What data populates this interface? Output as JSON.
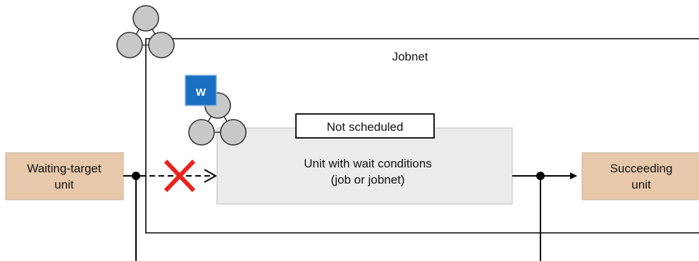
{
  "jobnet": {
    "label": "Jobnet"
  },
  "wait_badge": {
    "label": "W",
    "color": "#1a6fc2"
  },
  "status_label": "Not scheduled",
  "wait_unit": {
    "line1": "Unit with wait conditions",
    "line2": "(job or jobnet)",
    "fill": "#ebebeb"
  },
  "waiting_target": {
    "line1": "Waiting-target",
    "line2": "unit",
    "fill": "#e8c8aa"
  },
  "succeeding": {
    "line1": "Succeeding",
    "line2": "unit",
    "fill": "#e8c8aa"
  },
  "icons": {
    "jobnet_icon": "jobnet-icon",
    "unit_icon": "jobnet-icon",
    "cross": "cross-icon",
    "cross_color": "#e8231c"
  }
}
